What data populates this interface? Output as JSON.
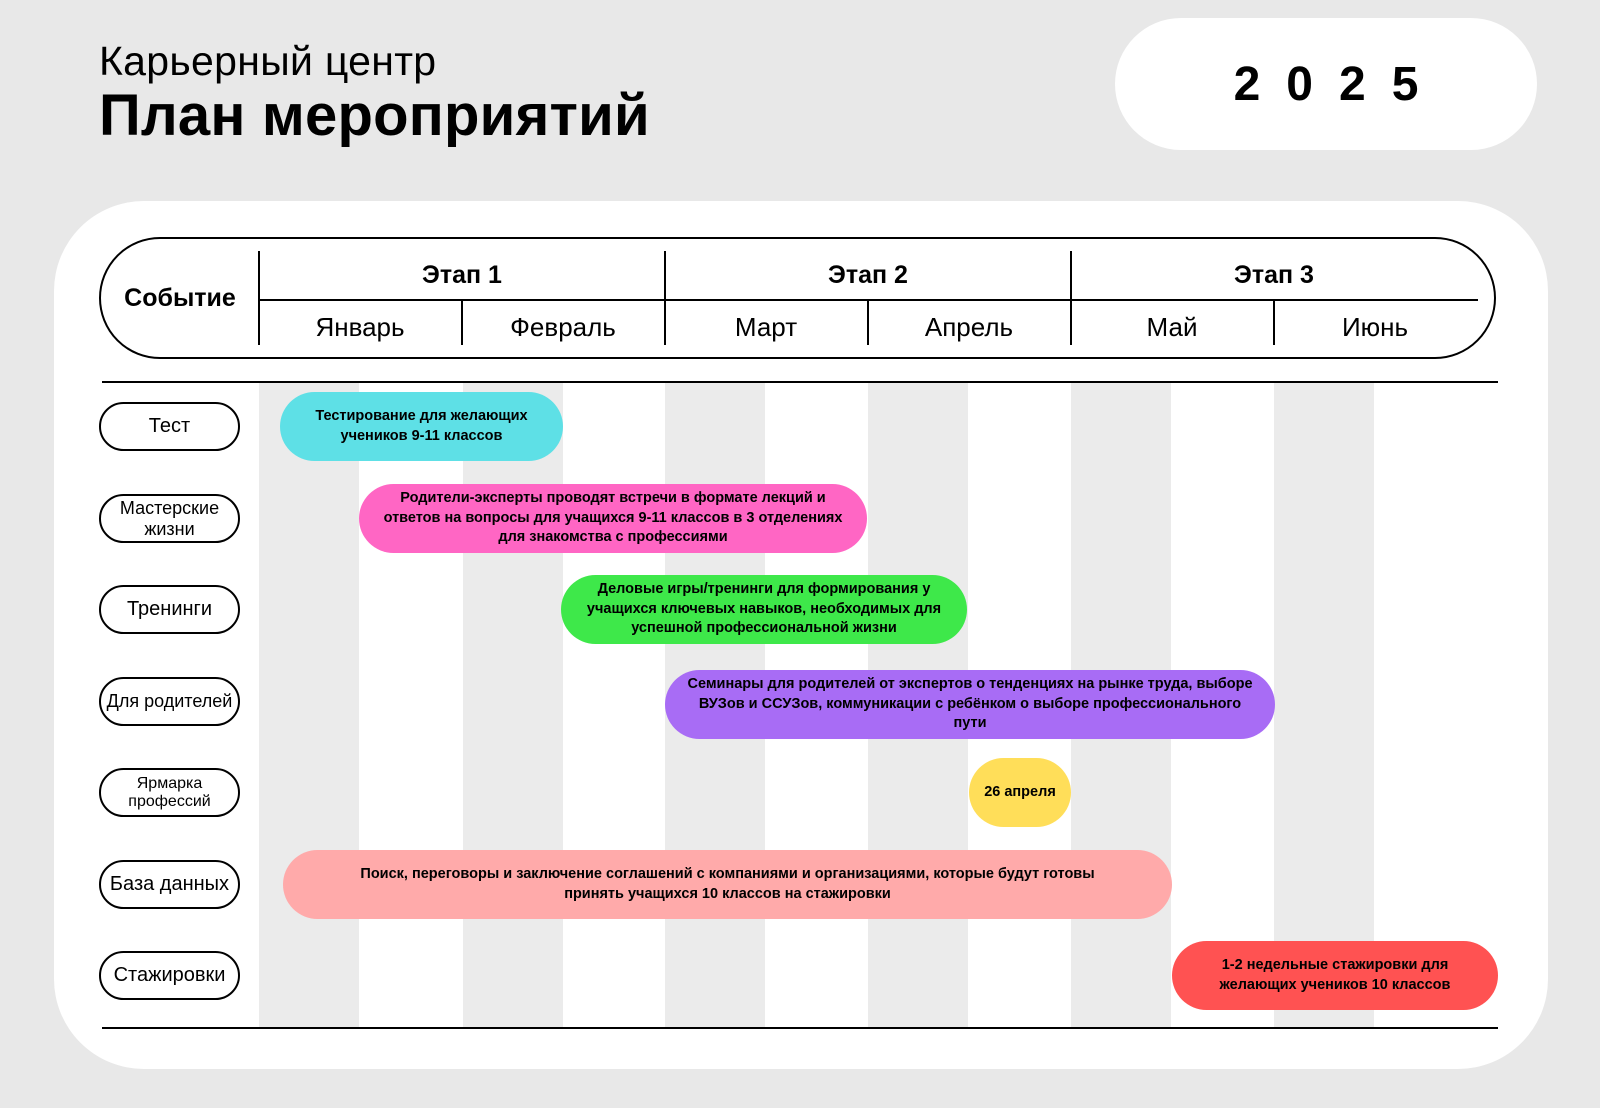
{
  "header": {
    "subtitle": "Карьерный центр",
    "title": "План мероприятий",
    "year": "2025"
  },
  "table": {
    "event_column": "Событие",
    "stages": [
      "Этап 1",
      "Этап 2",
      "Этап 3"
    ],
    "months": [
      "Январь",
      "Февраль",
      "Март",
      "Апрель",
      "Май",
      "Июнь"
    ]
  },
  "rows": [
    {
      "label": "Тест",
      "bar_text": "Тестирование для желающих учеников 9-11 классов",
      "color": "#5ee0e6"
    },
    {
      "label": "Мастерские жизни",
      "bar_text": "Родители-эксперты проводят встречи в формате лекций и ответов на вопросы для учащихся 9-11 классов в 3 отделениях для знакомства с профессиями",
      "color": "#ff66c4"
    },
    {
      "label": "Тренинги",
      "bar_text": "Деловые игры/тренинги для формирования у учащихся ключевых навыков, необходимых для успешной профессиональной жизни",
      "color": "#3ee84a"
    },
    {
      "label": "Для родителей",
      "bar_text": "Семинары для родителей от экспертов о тенденциях на рынке труда, выборе ВУЗов и ССУЗов, коммуникации с ребёнком о выборе профессионального пути",
      "color": "#a86cf5"
    },
    {
      "label": "Ярмарка профессий",
      "bar_text": "26 апреля",
      "color": "#ffde59"
    },
    {
      "label": "База данных",
      "bar_text": "Поиск, переговоры и заключение соглашений с компаниями и организациями, которые будут готовы принять учащихся 10 классов на стажировки",
      "color": "#ffaaaa"
    },
    {
      "label": "Стажировки",
      "bar_text": "1-2 недельные стажировки для желающих учеников 10 классов",
      "color": "#ff5252"
    }
  ]
}
